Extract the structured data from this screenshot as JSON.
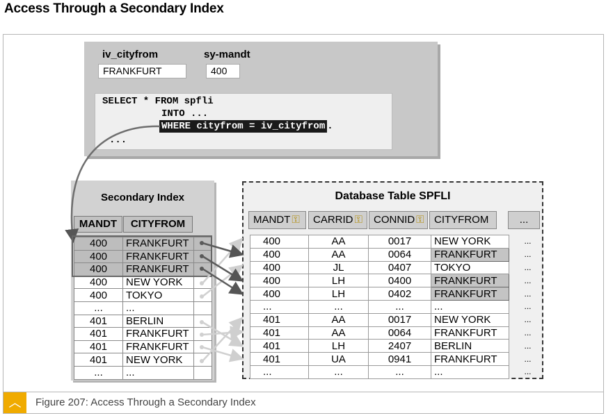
{
  "page_title": "Access Through a Secondary Index",
  "caption": "Figure 207: Access Through a Secondary Index",
  "variables": [
    {
      "label": "iv_cityfrom",
      "value": "FRANKFURT"
    },
    {
      "label": "sy-mandt",
      "value": "400"
    }
  ],
  "code": {
    "line1": "SELECT * FROM spfli",
    "line2": "INTO ...",
    "line3": "WHERE cityfrom = iv_cityfrom",
    "line3_suffix": ".",
    "line4": "..."
  },
  "secondary_index": {
    "title": "Secondary Index",
    "headers": [
      "MANDT",
      "CITYFROM"
    ],
    "rows": [
      {
        "mandt": "400",
        "cityfrom": "FRANKFURT",
        "highlight": true
      },
      {
        "mandt": "400",
        "cityfrom": "FRANKFURT",
        "highlight": true
      },
      {
        "mandt": "400",
        "cityfrom": "FRANKFURT",
        "highlight": true
      },
      {
        "mandt": "400",
        "cityfrom": "NEW YORK",
        "highlight": false
      },
      {
        "mandt": "400",
        "cityfrom": "TOKYO",
        "highlight": false
      },
      {
        "mandt": "...",
        "cityfrom": "...",
        "highlight": false
      },
      {
        "mandt": "401",
        "cityfrom": "BERLIN",
        "highlight": false
      },
      {
        "mandt": "401",
        "cityfrom": "FRANKFURT",
        "highlight": false
      },
      {
        "mandt": "401",
        "cityfrom": "FRANKFURT",
        "highlight": false
      },
      {
        "mandt": "401",
        "cityfrom": "NEW YORK",
        "highlight": false
      },
      {
        "mandt": "...",
        "cityfrom": "...",
        "highlight": false
      }
    ]
  },
  "database_table": {
    "title": "Database Table  SPFLI",
    "headers": [
      "MANDT",
      "CARRID",
      "CONNID",
      "CITYFROM",
      "..."
    ],
    "rows": [
      {
        "mandt": "400",
        "carrid": "AA",
        "connid": "0017",
        "cityfrom": "NEW YORK",
        "highlight": false
      },
      {
        "mandt": "400",
        "carrid": "AA",
        "connid": "0064",
        "cityfrom": "FRANKFURT",
        "highlight": true
      },
      {
        "mandt": "400",
        "carrid": "JL",
        "connid": "0407",
        "cityfrom": "TOKYO",
        "highlight": false
      },
      {
        "mandt": "400",
        "carrid": "LH",
        "connid": "0400",
        "cityfrom": "FRANKFURT",
        "highlight": true
      },
      {
        "mandt": "400",
        "carrid": "LH",
        "connid": "0402",
        "cityfrom": "FRANKFURT",
        "highlight": true
      },
      {
        "mandt": "...",
        "carrid": "...",
        "connid": "...",
        "cityfrom": "...",
        "highlight": false
      },
      {
        "mandt": "401",
        "carrid": "AA",
        "connid": "0017",
        "cityfrom": "NEW YORK",
        "highlight": false
      },
      {
        "mandt": "401",
        "carrid": "AA",
        "connid": "0064",
        "cityfrom": "FRANKFURT",
        "highlight": false
      },
      {
        "mandt": "401",
        "carrid": "LH",
        "connid": "2407",
        "cityfrom": "BERLIN",
        "highlight": false
      },
      {
        "mandt": "401",
        "carrid": "UA",
        "connid": "0941",
        "cityfrom": "FRANKFURT",
        "highlight": false
      },
      {
        "mandt": "...",
        "carrid": "...",
        "connid": "...",
        "cityfrom": "...",
        "highlight": false
      }
    ],
    "ellipsis": "..."
  },
  "colors": {
    "accent": "#f0ab00",
    "highlight_cell": "#bdbdbd",
    "strong_arrow": "#555555",
    "faint_arrow": "#cfcfcf"
  }
}
